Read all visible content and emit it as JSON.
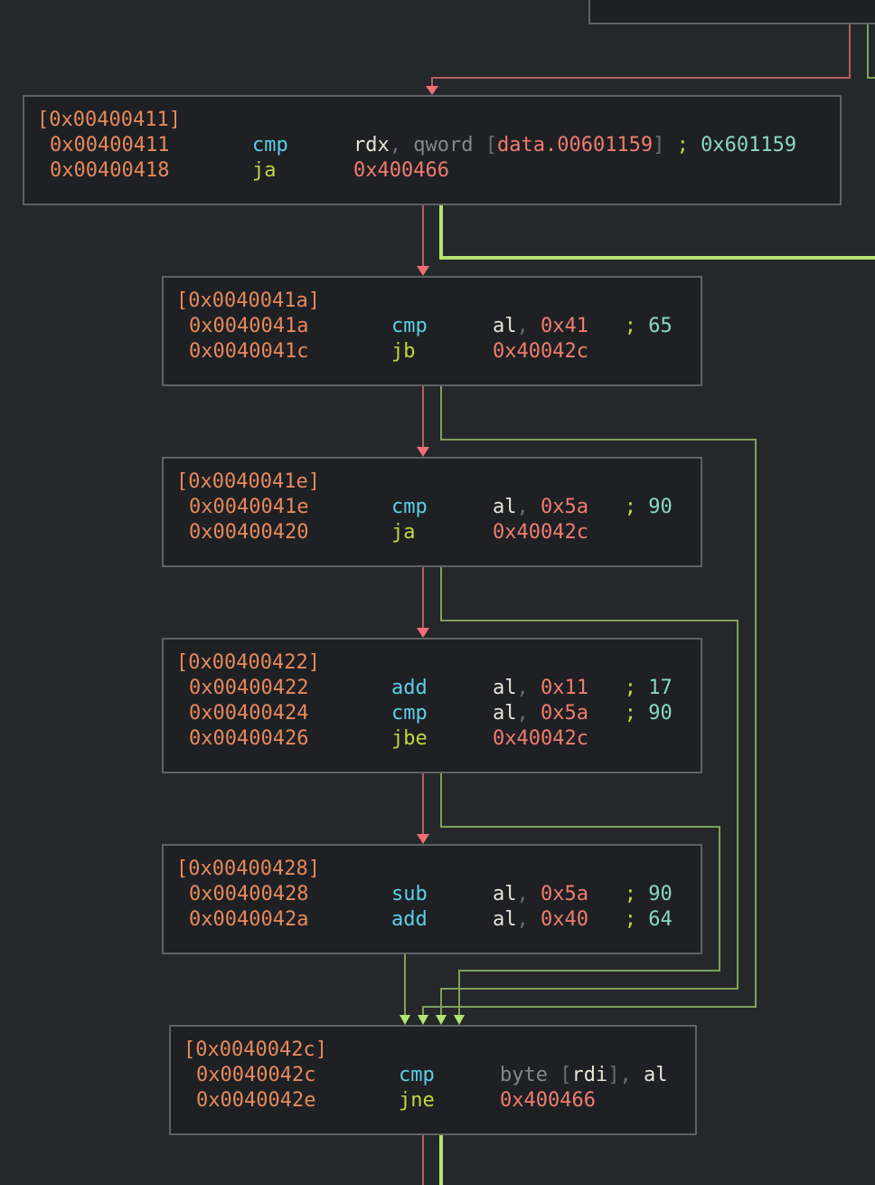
{
  "colors": {
    "background": "#25282b",
    "node_bg": "#1e2024",
    "node_border": "#5f6163",
    "edge_fallthrough": "#b85c62",
    "edge_arrow_red": "#ef6f78",
    "edge_taken": "#7fa15a",
    "edge_taken_bright": "#b5e46f"
  },
  "top_partial_node": {
    "visible": true
  },
  "nodes": [
    {
      "id": "0x00400411",
      "header": "[0x00400411]",
      "lines": [
        {
          "addr": "0x00400411",
          "mnemonic": "cmp",
          "mn_color": "cyan",
          "operands": [
            [
              "rdx",
              "ops"
            ],
            [
              ", ",
              "punct"
            ],
            [
              "qword ",
              "kw"
            ],
            [
              "[",
              "punct"
            ],
            [
              "data.00601159",
              "num"
            ],
            [
              "] ",
              "punct"
            ],
            [
              "; ",
              "semi"
            ],
            [
              "0x601159",
              "cmt"
            ]
          ]
        },
        {
          "addr": "0x00400418",
          "mnemonic": "ja",
          "mn_color": "lime",
          "operands": [
            [
              "0x400466",
              "num"
            ]
          ]
        }
      ]
    },
    {
      "id": "0x0040041a",
      "header": "[0x0040041a]",
      "lines": [
        {
          "addr": "0x0040041a",
          "mnemonic": "cmp",
          "mn_color": "cyan",
          "operands": [
            [
              "al",
              "ops"
            ],
            [
              ", ",
              "punct"
            ],
            [
              "0x41",
              "num"
            ],
            [
              "   ; ",
              "semi"
            ],
            [
              "65",
              "cmt"
            ]
          ]
        },
        {
          "addr": "0x0040041c",
          "mnemonic": "jb",
          "mn_color": "lime",
          "operands": [
            [
              "0x40042c",
              "num"
            ]
          ]
        }
      ]
    },
    {
      "id": "0x0040041e",
      "header": "[0x0040041e]",
      "lines": [
        {
          "addr": "0x0040041e",
          "mnemonic": "cmp",
          "mn_color": "cyan",
          "operands": [
            [
              "al",
              "ops"
            ],
            [
              ", ",
              "punct"
            ],
            [
              "0x5a",
              "num"
            ],
            [
              "   ; ",
              "semi"
            ],
            [
              "90",
              "cmt"
            ]
          ]
        },
        {
          "addr": "0x00400420",
          "mnemonic": "ja",
          "mn_color": "lime",
          "operands": [
            [
              "0x40042c",
              "num"
            ]
          ]
        }
      ]
    },
    {
      "id": "0x00400422",
      "header": "[0x00400422]",
      "lines": [
        {
          "addr": "0x00400422",
          "mnemonic": "add",
          "mn_color": "cyan",
          "operands": [
            [
              "al",
              "ops"
            ],
            [
              ", ",
              "punct"
            ],
            [
              "0x11",
              "num"
            ],
            [
              "   ; ",
              "semi"
            ],
            [
              "17",
              "cmt"
            ]
          ]
        },
        {
          "addr": "0x00400424",
          "mnemonic": "cmp",
          "mn_color": "cyan",
          "operands": [
            [
              "al",
              "ops"
            ],
            [
              ", ",
              "punct"
            ],
            [
              "0x5a",
              "num"
            ],
            [
              "   ; ",
              "semi"
            ],
            [
              "90",
              "cmt"
            ]
          ]
        },
        {
          "addr": "0x00400426",
          "mnemonic": "jbe",
          "mn_color": "lime",
          "operands": [
            [
              "0x40042c",
              "num"
            ]
          ]
        }
      ]
    },
    {
      "id": "0x00400428",
      "header": "[0x00400428]",
      "lines": [
        {
          "addr": "0x00400428",
          "mnemonic": "sub",
          "mn_color": "cyan",
          "operands": [
            [
              "al",
              "ops"
            ],
            [
              ", ",
              "punct"
            ],
            [
              "0x5a",
              "num"
            ],
            [
              "   ; ",
              "semi"
            ],
            [
              "90",
              "cmt"
            ]
          ]
        },
        {
          "addr": "0x0040042a",
          "mnemonic": "add",
          "mn_color": "cyan",
          "operands": [
            [
              "al",
              "ops"
            ],
            [
              ", ",
              "punct"
            ],
            [
              "0x40",
              "num"
            ],
            [
              "   ; ",
              "semi"
            ],
            [
              "64",
              "cmt"
            ]
          ]
        }
      ]
    },
    {
      "id": "0x0040042c",
      "header": "[0x0040042c]",
      "lines": [
        {
          "addr": "0x0040042c",
          "mnemonic": "cmp",
          "mn_color": "cyan",
          "operands": [
            [
              "byte ",
              "kw"
            ],
            [
              "[",
              "punct"
            ],
            [
              "rdi",
              "ops"
            ],
            [
              "]",
              "punct"
            ],
            [
              ", ",
              "punct"
            ],
            [
              "al",
              "ops"
            ]
          ]
        },
        {
          "addr": "0x0040042e",
          "mnemonic": "jne",
          "mn_color": "lime",
          "operands": [
            [
              "0x400466",
              "num"
            ]
          ]
        }
      ]
    }
  ],
  "edges": [
    {
      "from": "prev",
      "to": "0x00400411",
      "kind": "fallthrough"
    },
    {
      "from": "prev",
      "to": "offscreen",
      "kind": "taken"
    },
    {
      "from": "0x00400411",
      "to": "0x0040041a",
      "kind": "fallthrough"
    },
    {
      "from": "0x00400411",
      "to": "0x400466",
      "kind": "taken-selected"
    },
    {
      "from": "0x0040041a",
      "to": "0x0040041e",
      "kind": "fallthrough"
    },
    {
      "from": "0x0040041a",
      "to": "0x0040042c",
      "kind": "taken"
    },
    {
      "from": "0x0040041e",
      "to": "0x00400422",
      "kind": "fallthrough"
    },
    {
      "from": "0x0040041e",
      "to": "0x0040042c",
      "kind": "taken"
    },
    {
      "from": "0x00400422",
      "to": "0x00400428",
      "kind": "fallthrough"
    },
    {
      "from": "0x00400422",
      "to": "0x0040042c",
      "kind": "taken"
    },
    {
      "from": "0x00400428",
      "to": "0x0040042c",
      "kind": "unconditional"
    },
    {
      "from": "0x0040042c",
      "to": "next",
      "kind": "fallthrough"
    },
    {
      "from": "0x0040042c",
      "to": "0x400466",
      "kind": "taken-selected"
    }
  ]
}
